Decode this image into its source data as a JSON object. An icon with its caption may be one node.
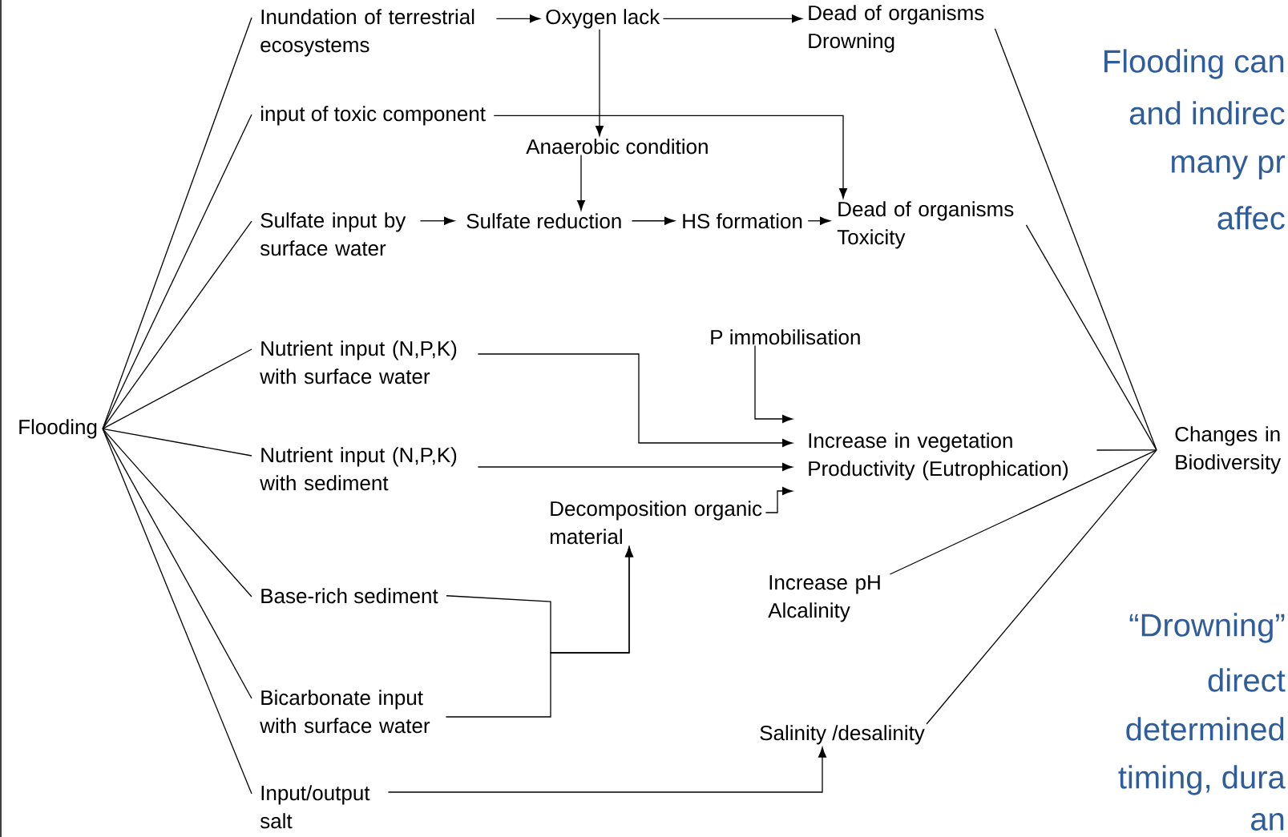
{
  "diagram": {
    "nodes": [
      {
        "text": [
          "Flooding"
        ]
      },
      {
        "text": [
          "Inundation of terrestrial ecosystems"
        ]
      },
      {
        "text": [
          "Oxygen lack"
        ]
      },
      {
        "text": [
          "Dead of organisms Drowning"
        ]
      },
      {
        "text": [
          "input of toxic component"
        ]
      },
      {
        "text": [
          "Anaerobic condition"
        ]
      },
      {
        "text": [
          "Sulfate input by surface water"
        ]
      },
      {
        "text": [
          "Sulfate reduction"
        ]
      },
      {
        "text": [
          "HS formation"
        ]
      },
      {
        "text": [
          "Dead of organisms Toxicity"
        ]
      },
      {
        "text": [
          "Nutrient input (N,P,K) with surface water"
        ]
      },
      {
        "text": [
          "P immobilisation"
        ]
      },
      {
        "text": [
          "Nutrient input (N,P,K) with sediment"
        ]
      },
      {
        "text": [
          "Increase in vegetation Productivity (Eutrophication)"
        ]
      },
      {
        "text": [
          "Decomposition organic material"
        ]
      },
      {
        "text": [
          "Base-rich sediment"
        ]
      },
      {
        "text": [
          "Increase pH Alcalinity"
        ]
      },
      {
        "text": [
          "Bicarbonate input with surface water"
        ]
      },
      {
        "text": [
          "Salinity /desalinity"
        ]
      },
      {
        "text": [
          "Input/output salt"
        ]
      },
      {
        "text": [
          "Changes in Biodiversity"
        ]
      }
    ],
    "edges": [
      {
        "from": 0,
        "to": 1,
        "arrow": "none"
      },
      {
        "from": 0,
        "to": 4,
        "arrow": "none"
      },
      {
        "from": 0,
        "to": 6,
        "arrow": "none"
      },
      {
        "from": 0,
        "to": 10,
        "arrow": "none"
      },
      {
        "from": 0,
        "to": 12,
        "arrow": "none"
      },
      {
        "from": 0,
        "to": 15,
        "arrow": "none"
      },
      {
        "from": 0,
        "to": 17,
        "arrow": "none"
      },
      {
        "from": 0,
        "to": 19,
        "arrow": "none"
      },
      {
        "from": 1,
        "to": 2,
        "arrow": "to"
      },
      {
        "from": 2,
        "to": 3,
        "arrow": "to"
      },
      {
        "from": 2,
        "to": 5,
        "arrow": "to"
      },
      {
        "from": 4,
        "to": 9,
        "arrow": "to"
      },
      {
        "from": 5,
        "to": 7,
        "arrow": "to"
      },
      {
        "from": 6,
        "to": 7,
        "arrow": "to"
      },
      {
        "from": 7,
        "to": 8,
        "arrow": "to"
      },
      {
        "from": 8,
        "to": 9,
        "arrow": "to"
      },
      {
        "from": 10,
        "to": 13,
        "arrow": "to"
      },
      {
        "from": 11,
        "to": 13,
        "arrow": "to"
      },
      {
        "from": 12,
        "to": 13,
        "arrow": "to"
      },
      {
        "from": 14,
        "to": 13,
        "arrow": "to"
      },
      {
        "from": 15,
        "to": 14,
        "arrow": "to"
      },
      {
        "from": 17,
        "to": 14,
        "arrow": "to"
      },
      {
        "from": 19,
        "to": 18,
        "arrow": "to"
      },
      {
        "from": 3,
        "to": 20,
        "arrow": "none"
      },
      {
        "from": 9,
        "to": 20,
        "arrow": "none"
      },
      {
        "from": 13,
        "to": 20,
        "arrow": "none"
      },
      {
        "from": 16,
        "to": 20,
        "arrow": "none"
      },
      {
        "from": 18,
        "to": 20,
        "arrow": "none"
      }
    ],
    "labels": [
      "Flooding can",
      "and indirec",
      "many pr",
      "affec",
      "“Drowning”",
      "direct",
      "determined",
      "timing, dura",
      "an"
    ]
  }
}
